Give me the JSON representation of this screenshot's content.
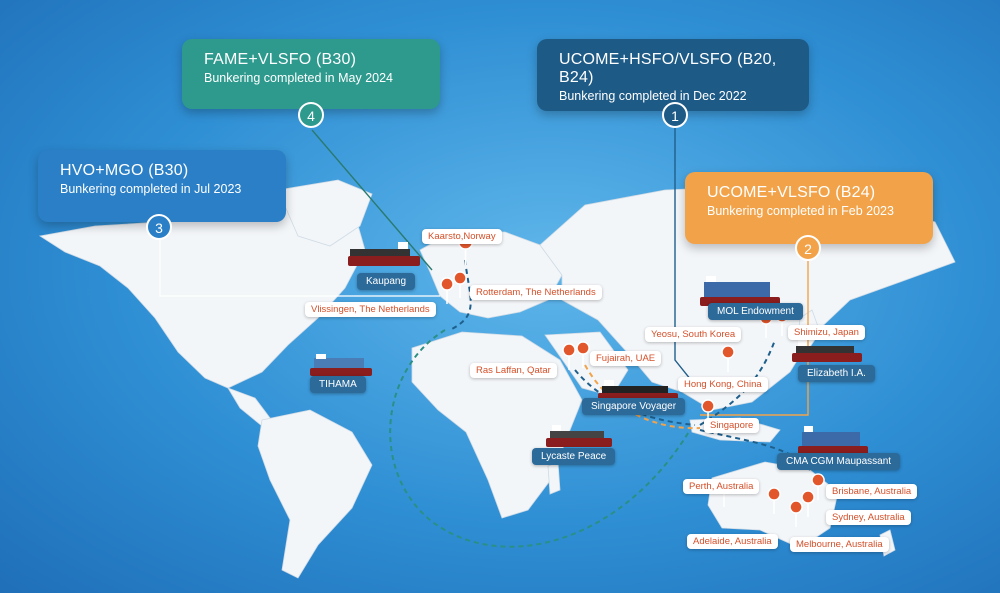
{
  "callouts": [
    {
      "number": "1",
      "title": "UCOME+HSFO/VLSFO (B20, B24)",
      "subtitle": "Bunkering completed in Dec 2022",
      "color": "#1e5a86"
    },
    {
      "number": "2",
      "title": "UCOME+VLSFO (B24)",
      "subtitle": "Bunkering completed in Feb 2023",
      "color": "#f2a34a"
    },
    {
      "number": "3",
      "title": "HVO+MGO (B30)",
      "subtitle": "Bunkering completed in Jul 2023",
      "color": "#2a7fc6"
    },
    {
      "number": "4",
      "title": "FAME+VLSFO (B30)",
      "subtitle": "Bunkering completed in May 2024",
      "color": "#2e9a8e"
    }
  ],
  "locations": {
    "kaarsto": "Kaarsto,Norway",
    "rotterdam": "Rotterdam, The Netherlands",
    "vlissingen": "Vlissingen, The Netherlands",
    "ras_laffan": "Ras Laffan, Qatar",
    "fujairah": "Fujairah, UAE",
    "yeosu": "Yeosu, South Korea",
    "shimizu": "Shimizu, Japan",
    "hong_kong": "Hong Kong, China",
    "singapore": "Singapore",
    "perth": "Perth, Australia",
    "brisbane": "Brisbane, Australia",
    "sydney": "Sydney, Australia",
    "adelaide": "Adelaide, Australia",
    "melbourne": "Melbourne, Australia"
  },
  "ships": {
    "kaupang": "Kaupang",
    "tihama": "TIHAMA",
    "mol_endowment": "MOL Endowment",
    "elizabeth": "Elizabeth I.A.",
    "singapore_voyager": "Singapore Voyager",
    "lycaste_peace": "Lycaste Peace",
    "cma_cgm": "CMA CGM Maupassant"
  },
  "colors": {
    "land": "#f3f6f9",
    "pin": "#e2562c",
    "route_blue": "#1f5f8c",
    "route_orange": "#f2a34a",
    "route_teal": "#2a8f84"
  }
}
